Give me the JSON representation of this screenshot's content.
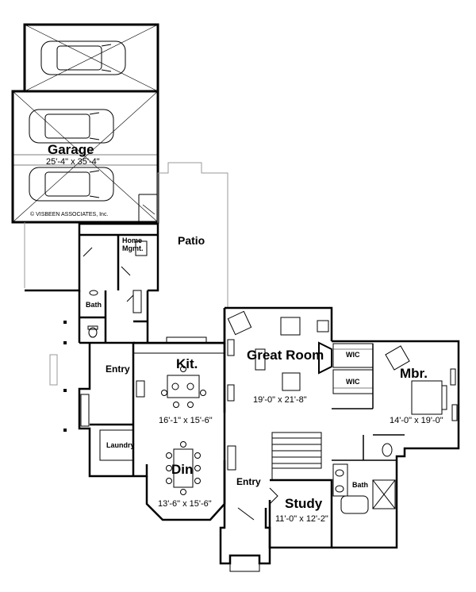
{
  "rooms": {
    "garage": {
      "name": "Garage",
      "dims": "25'-4\" x 35'-4\""
    },
    "patio": {
      "name": "Patio"
    },
    "home_mgmt": {
      "line1": "Home",
      "line2": "Mgmt."
    },
    "bath_upper": {
      "name": "Bath"
    },
    "entry_side": {
      "name": "Entry"
    },
    "laundry": {
      "name": "Laundry"
    },
    "kitchen": {
      "name": "Kit.",
      "dims": "16'-1\" x 15'-6\""
    },
    "dining": {
      "name": "Din",
      "dims": "13'-6\" x 15'-6\""
    },
    "great_room": {
      "name": "Great Room",
      "dims": "19'-0\" x 21'-8\""
    },
    "entry_main": {
      "name": "Entry"
    },
    "study": {
      "name": "Study",
      "dims": "11'-0\" x 12'-2\""
    },
    "wic_1": {
      "name": "WIC"
    },
    "wic_2": {
      "name": "WIC"
    },
    "master": {
      "name": "Mbr.",
      "dims": "14'-0\" x 19'-0\""
    },
    "bath_master": {
      "name": "Bath"
    }
  },
  "copyright": "© VISBEEN ASSOCIATES, Inc."
}
